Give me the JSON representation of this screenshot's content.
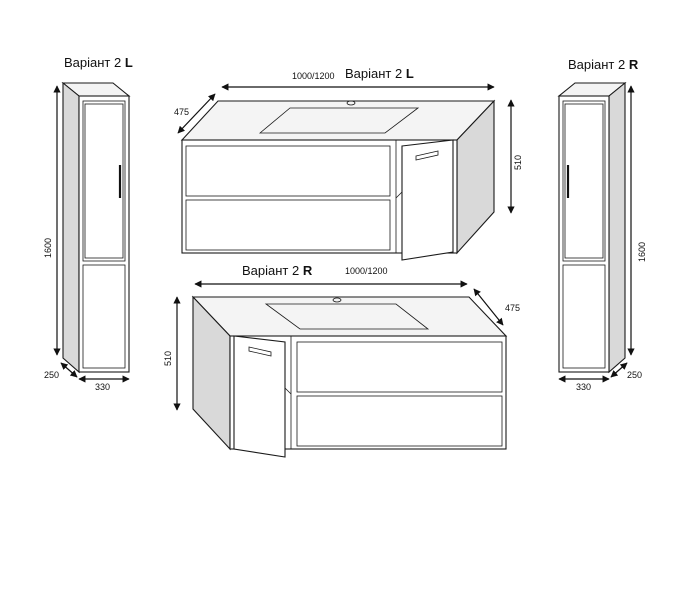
{
  "labels": {
    "tl_title_main": "Варіант 2",
    "tl_title_tag": "L",
    "tr_title_main": "Варіант 2",
    "tr_title_tag": "R",
    "top_title_main": "Варіант 2",
    "top_title_tag": "L",
    "bottom_title_main": "Варіант 2",
    "bottom_title_tag": "R"
  },
  "dimensions": {
    "top_width": "1000/1200",
    "top_depth": "475",
    "top_height": "510",
    "bottom_width": "1000/1200",
    "bottom_depth": "475",
    "bottom_height": "510",
    "left_tall_height": "1600",
    "left_tall_depth": "250",
    "left_tall_width": "330",
    "right_tall_height": "1600",
    "right_tall_depth": "250",
    "right_tall_width": "330"
  },
  "colors": {
    "line": "#1a1a1a",
    "side_shade": "#d9d9d9",
    "background": "#ffffff"
  }
}
